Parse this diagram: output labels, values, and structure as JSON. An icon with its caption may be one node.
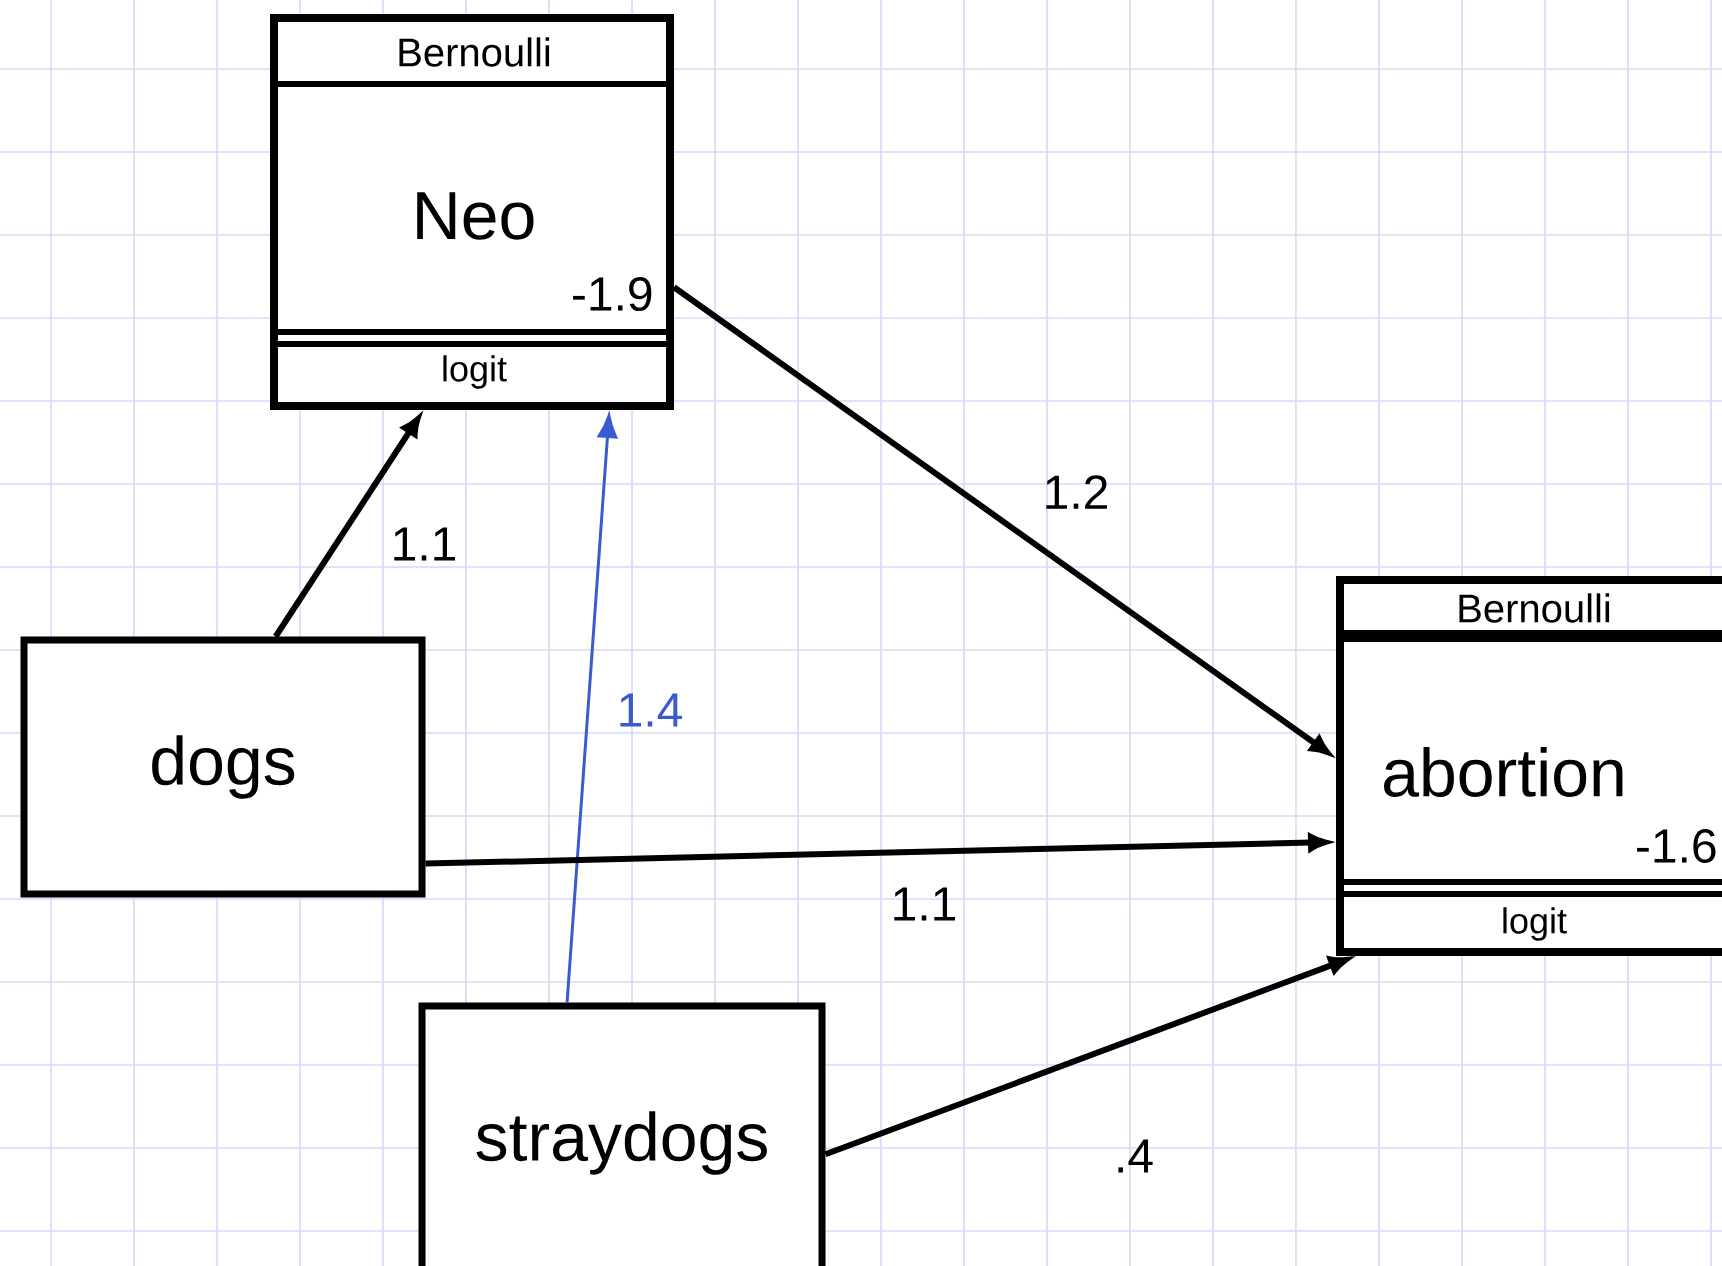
{
  "diagram": {
    "nodes": [
      {
        "text": [
          "Bernoulli",
          "Neo",
          "-1.9",
          "logit"
        ]
      },
      {
        "text": [
          "Bernoulli",
          "abortion",
          "-1.6",
          "logit"
        ]
      },
      {
        "text": [
          "dogs"
        ]
      },
      {
        "text": [
          "straydogs"
        ]
      }
    ],
    "edges": [
      {
        "from": 2,
        "to": 0,
        "arrow": "to",
        "label": "1.1"
      },
      {
        "from": 3,
        "to": 0,
        "arrow": "to",
        "label": "1.4",
        "color": "#3a5bd0"
      },
      {
        "from": 0,
        "to": 1,
        "arrow": "to",
        "label": "1.2"
      },
      {
        "from": 2,
        "to": 1,
        "arrow": "to",
        "label": "1.1"
      },
      {
        "from": 3,
        "to": 1,
        "arrow": "to",
        "label": ".4"
      }
    ]
  }
}
